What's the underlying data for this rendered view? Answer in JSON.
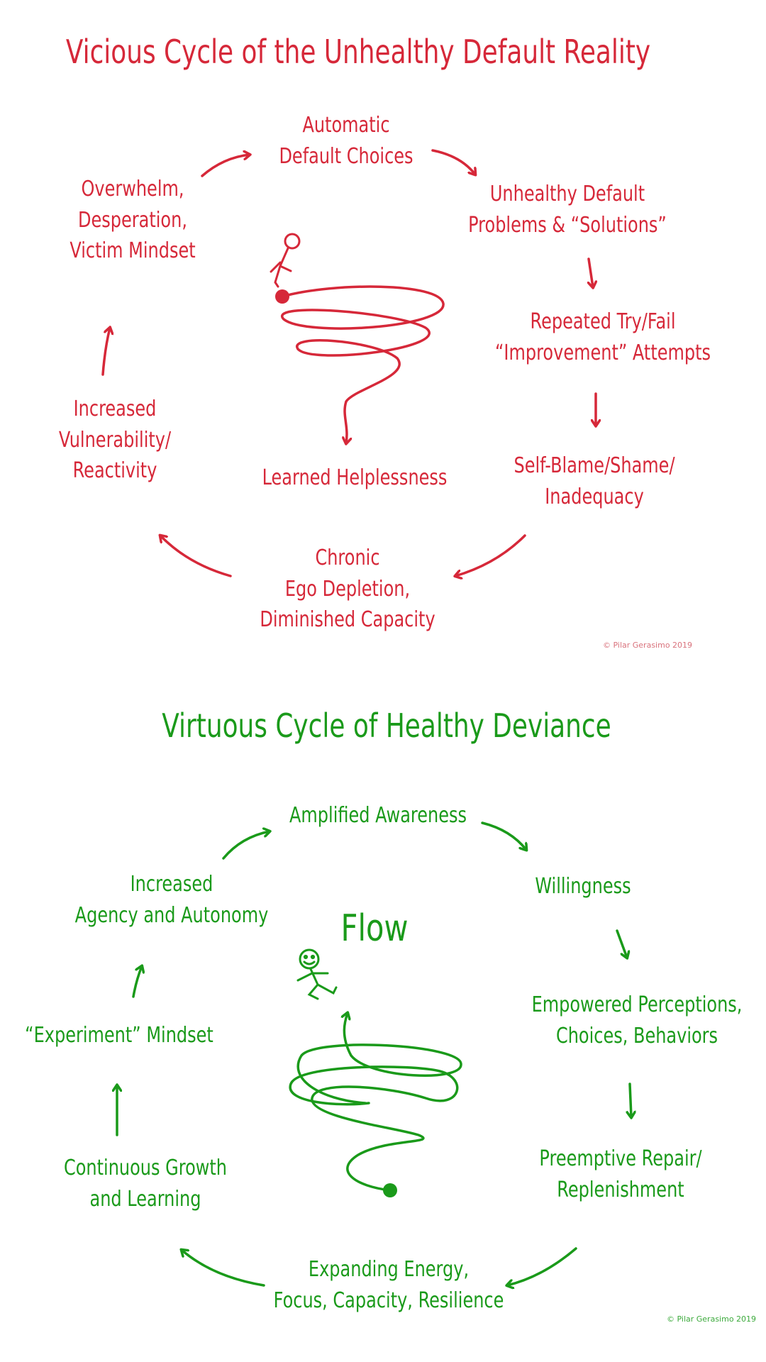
{
  "colors": {
    "vicious": "#d62839",
    "virtuous": "#1a9a1a"
  },
  "vicious": {
    "title": "Vicious Cycle  of the Unhealthy Default Reality",
    "nodes": {
      "automatic": [
        "Automatic",
        "Default Choices"
      ],
      "unhealthy": [
        "Unhealthy Default",
        "Problems & “Solutions”"
      ],
      "repeated": [
        "Repeated Try/Fail",
        "“Improvement” Attempts"
      ],
      "selfblame": [
        "Self-Blame/Shame/",
        "Inadequacy"
      ],
      "chronic": [
        "Chronic",
        "Ego Depletion,",
        "Diminished Capacity"
      ],
      "increased": [
        "Increased",
        "Vulnerability/",
        "Reactivity"
      ],
      "overwhelm": [
        "Overwhelm,",
        "Desperation,",
        "Victim Mindset"
      ]
    },
    "center": "Learned Helplessness",
    "copyright": "© Pilar Gerasimo 2019"
  },
  "virtuous": {
    "title": "Virtuous Cycle of Healthy Deviance",
    "nodes": {
      "amplified": [
        "Amplified Awareness"
      ],
      "willingness": [
        "Willingness"
      ],
      "empowered": [
        "Empowered Perceptions,",
        "Choices, Behaviors"
      ],
      "preemptive": [
        "Preemptive Repair/",
        "Replenishment"
      ],
      "expanding": [
        "Expanding Energy,",
        "Focus, Capacity, Resilience"
      ],
      "continuous": [
        "Continuous Growth",
        "and Learning"
      ],
      "experiment": [
        "“Experiment” Mindset"
      ],
      "agency": [
        "Increased",
        "Agency and Autonomy"
      ]
    },
    "center": "Flow",
    "copyright": "© Pilar Gerasimo 2019"
  }
}
